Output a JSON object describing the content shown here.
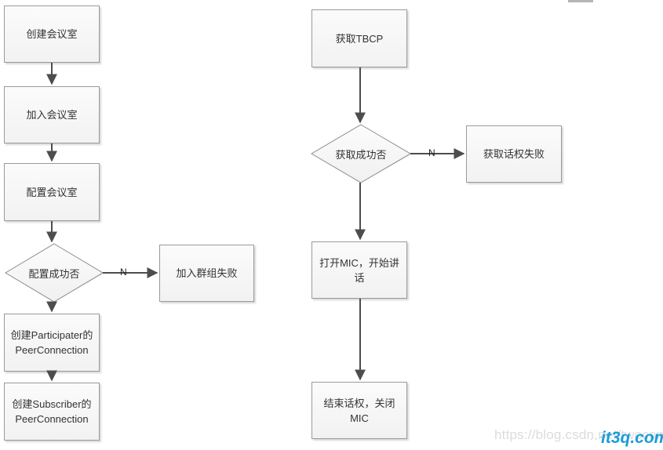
{
  "diagram": {
    "type": "flowchart",
    "title": "",
    "left_flow": {
      "nodes": [
        {
          "id": "create-room",
          "shape": "process",
          "label": "创建会议室"
        },
        {
          "id": "join-room",
          "shape": "process",
          "label": "加入会议室"
        },
        {
          "id": "config-room",
          "shape": "process",
          "label": "配置会议室"
        },
        {
          "id": "config-success",
          "shape": "decision",
          "label": "配置成功否"
        },
        {
          "id": "join-group-failed",
          "shape": "process",
          "label": "加入群组失败"
        },
        {
          "id": "create-participater",
          "shape": "process",
          "label": "创建Participater的PeerConnection"
        },
        {
          "id": "create-subscriber",
          "shape": "process",
          "label": "创建Subscriber的PeerConnection"
        }
      ],
      "edges": [
        {
          "from": "create-room",
          "to": "join-room",
          "label": ""
        },
        {
          "from": "join-room",
          "to": "config-room",
          "label": ""
        },
        {
          "from": "config-room",
          "to": "config-success",
          "label": ""
        },
        {
          "from": "config-success",
          "to": "join-group-failed",
          "label": "N"
        },
        {
          "from": "config-success",
          "to": "create-participater",
          "label": ""
        },
        {
          "from": "create-participater",
          "to": "create-subscriber",
          "label": ""
        }
      ]
    },
    "right_flow": {
      "nodes": [
        {
          "id": "get-tbcp",
          "shape": "process",
          "label": "获取TBCP"
        },
        {
          "id": "get-success",
          "shape": "decision",
          "label": "获取成功否"
        },
        {
          "id": "get-failed",
          "shape": "process",
          "label": "获取话权失败"
        },
        {
          "id": "open-mic",
          "shape": "process",
          "label": "打开MIC，开始讲话"
        },
        {
          "id": "close-mic",
          "shape": "process",
          "label": "结束话权，关闭MIC"
        }
      ],
      "edges": [
        {
          "from": "get-tbcp",
          "to": "get-success",
          "label": ""
        },
        {
          "from": "get-success",
          "to": "get-failed",
          "label": "N"
        },
        {
          "from": "get-success",
          "to": "open-mic",
          "label": ""
        },
        {
          "from": "open-mic",
          "to": "close-mic",
          "label": ""
        }
      ]
    },
    "edge_labels": {
      "left_no": "N",
      "right_no": "N"
    },
    "colors": {
      "node_fill_top": "#fbfbfb",
      "node_fill_bottom": "#f2f2f2",
      "node_border": "#9a9a9a",
      "connector": "#4d4d4d",
      "text": "#333333",
      "watermark_blue": "#1a9cd8",
      "watermark_gray": "#dcdcdc"
    }
  },
  "watermarks": {
    "csdn": "https://blog.csdn.net/twoconk",
    "site": "it3q.com",
    "artifact_dots": ". . ↵"
  }
}
